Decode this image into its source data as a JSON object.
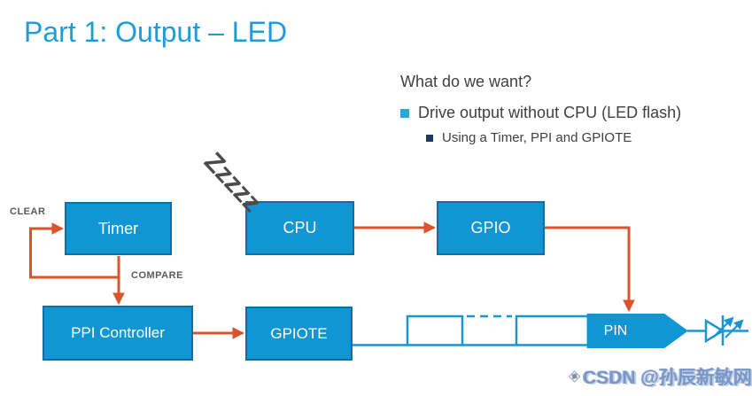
{
  "slide": {
    "title": "Part 1: Output – LED"
  },
  "notes": {
    "heading": "What do we want?",
    "bullets": [
      {
        "label": "Drive output without CPU (LED flash)"
      },
      {
        "label": "Using a Timer, PPI and GPIOTE"
      }
    ]
  },
  "diagram": {
    "blocks": {
      "timer": "Timer",
      "cpu": "CPU",
      "gpio": "GPIO",
      "ppi": "PPI Controller",
      "gpiote": "GPIOTE",
      "pin": "PIN"
    },
    "labels": {
      "clear": "CLEAR",
      "compare": "COMPARE",
      "sleep": "Zzzzz"
    },
    "icons": {
      "led": "led-diode-icon",
      "waveform": "square-wave-signal"
    }
  },
  "colors": {
    "title": "#1e9cd7",
    "block_fill": "#1296d3",
    "block_border": "#0d6ea8",
    "connector_orange": "#d9542c",
    "signal_blue": "#1896d2",
    "label_gray": "#58595b",
    "body_text": "#404040",
    "bullet_primary": "#29a8dc",
    "bullet_secondary": "#1f3864"
  },
  "watermark": {
    "text": "CSDN @孙辰新敏网"
  }
}
